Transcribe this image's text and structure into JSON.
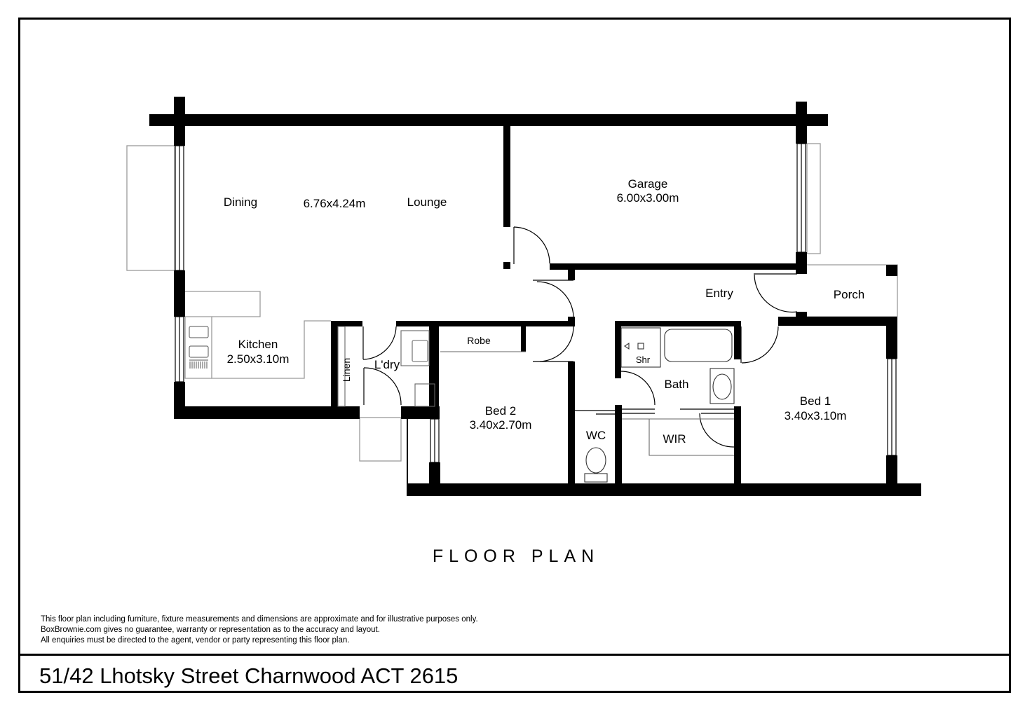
{
  "rooms": {
    "dining": "Dining",
    "living_size": "6.76x4.24m",
    "lounge": "Lounge",
    "garage": "Garage",
    "garage_size": "6.00x3.00m",
    "entry": "Entry",
    "porch": "Porch",
    "kitchen": "Kitchen",
    "kitchen_size": "2.50x3.10m",
    "linen": "Linen",
    "laundry": "L'dry",
    "robe": "Robe",
    "bed2": "Bed 2",
    "bed2_size": "3.40x2.70m",
    "shower": "Shr",
    "bath": "Bath",
    "wc": "WC",
    "wir": "WIR",
    "bed1": "Bed 1",
    "bed1_size": "3.40x3.10m"
  },
  "title": "FLOOR PLAN",
  "disclaimer": [
    "This floor plan including furniture, fixture measurements and dimensions are approximate and for illustrative purposes only.",
    "BoxBrownie.com gives no guarantee, warranty or representation as to the accuracy and layout.",
    "All enquiries must be directed to the agent, vendor or party representing this floor plan."
  ],
  "address": "51/42 Lhotsky Street Charnwood ACT 2615"
}
